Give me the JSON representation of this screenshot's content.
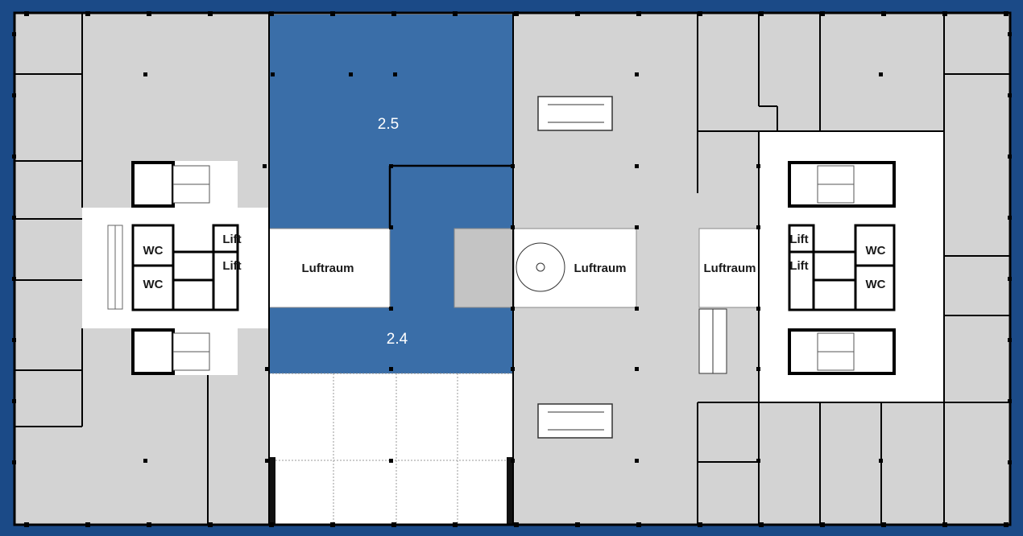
{
  "colors": {
    "frame": "#1b4a87",
    "rented_area": "#3a6ea8",
    "office_area": "#d3d3d3",
    "core_area": "#ffffff",
    "wall": "#000000"
  },
  "units": {
    "unit_upper": "2.5",
    "unit_lower": "2.4"
  },
  "rooms": {
    "void_left": "Luftraum",
    "void_center": "Luftraum",
    "void_right": "Luftraum",
    "wc_left_top": "WC",
    "wc_left_bottom": "WC",
    "lift_left_top": "Lift",
    "lift_left_bottom": "Lift",
    "lift_right_top": "Lift",
    "lift_right_bottom": "Lift",
    "wc_right_top": "WC",
    "wc_right_bottom": "WC"
  }
}
